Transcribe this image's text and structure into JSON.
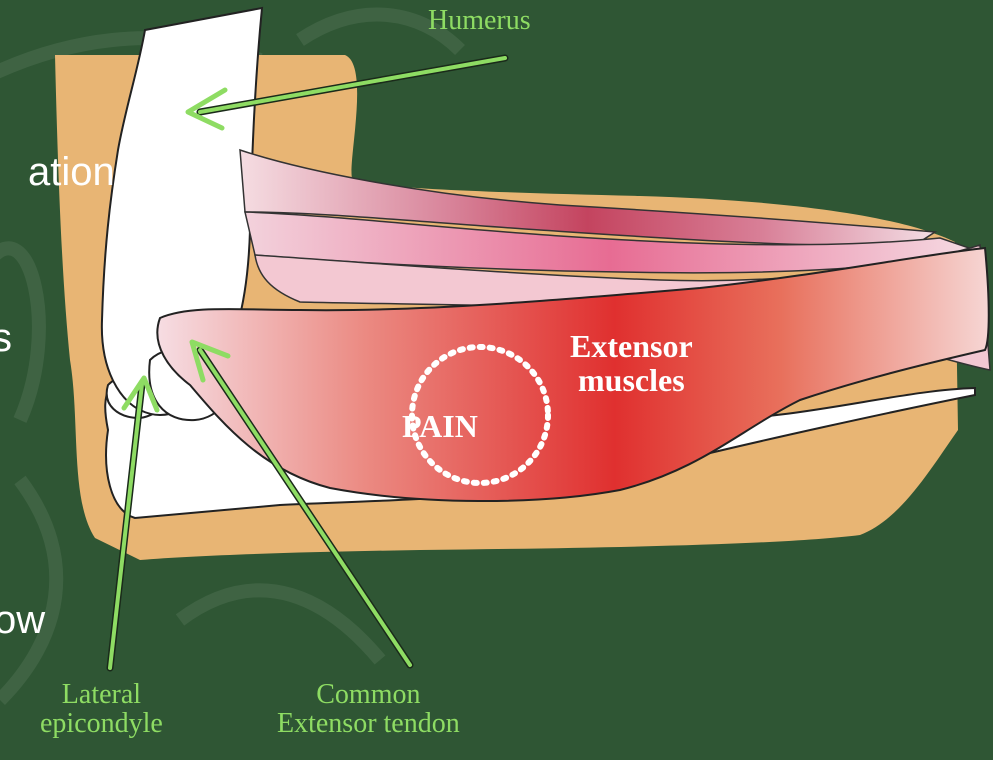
{
  "background_slide_text": [
    "ation",
    "s",
    "ow"
  ],
  "labels": {
    "humerus": "Humerus",
    "extensor_line1": "Extensor",
    "extensor_line2": "muscles",
    "pain": "PAIN",
    "lateral_line1": "Lateral",
    "lateral_line2": "epicondyle",
    "common_line1": "Common",
    "common_line2": "Extensor tendon"
  },
  "colors": {
    "background": "#2f5634",
    "skin": "#e8b574",
    "bone": "#ffffff",
    "arrow": "#8edc63",
    "label": "#8edc63",
    "muscle_dark": "#e03133",
    "muscle_light": "#f6d6dc"
  }
}
